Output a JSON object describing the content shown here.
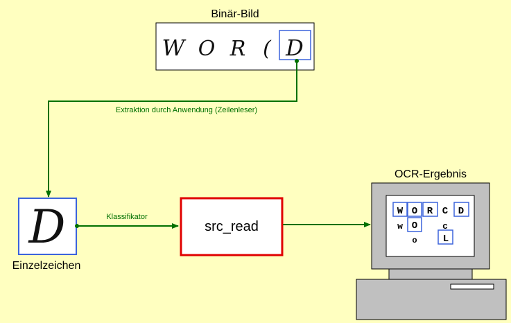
{
  "binary_image": {
    "title": "Binär-Bild",
    "letters": [
      "W",
      "O",
      "R",
      "(",
      "D"
    ]
  },
  "single_char": {
    "title": "Einzelzeichen",
    "letter": "D"
  },
  "operator": {
    "label": "src_read"
  },
  "edges": {
    "extraction": "Extraktion durch Anwendung (Zeilenleser)",
    "classifier": "Klassifikator"
  },
  "result": {
    "title": "OCR-Ergebnis",
    "boxed_chars": [
      "W",
      "O",
      "R",
      "C",
      "D",
      "O",
      "L"
    ],
    "small_chars": [
      "w",
      "c",
      "o"
    ]
  },
  "colors": {
    "background": "#ffffc0",
    "edge": "#007000",
    "highlight_box": "#3c64dc",
    "operator_border": "#e00000",
    "computer": "#c0c0c0"
  }
}
